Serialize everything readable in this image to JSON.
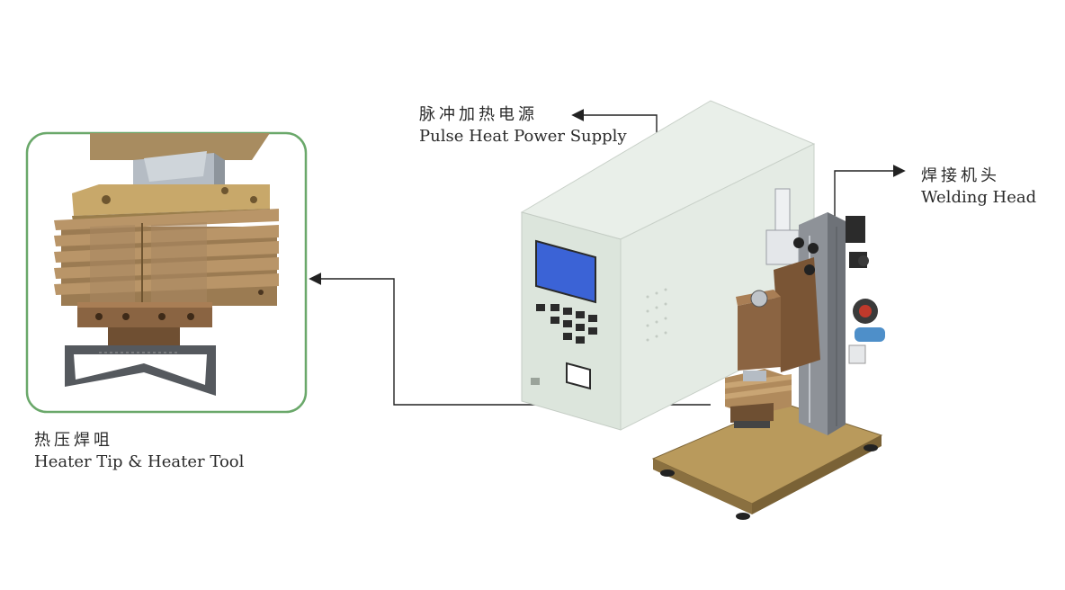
{
  "labels": {
    "power_supply": {
      "zh": "脉冲加热电源",
      "en": "Pulse Heat Power Supply"
    },
    "welding_head": {
      "zh": "焊接机头",
      "en": "Welding Head"
    },
    "heater_tool": {
      "zh": "热压焊咀",
      "en": "Heater Tip & Heater Tool"
    }
  },
  "colors": {
    "frame_green": "#6aa86a",
    "cabinet": "#dfe8df",
    "screen": "#3b63d6",
    "copper": "#8b6a45",
    "plate": "#b99a5c",
    "rail": "#8c9096"
  }
}
